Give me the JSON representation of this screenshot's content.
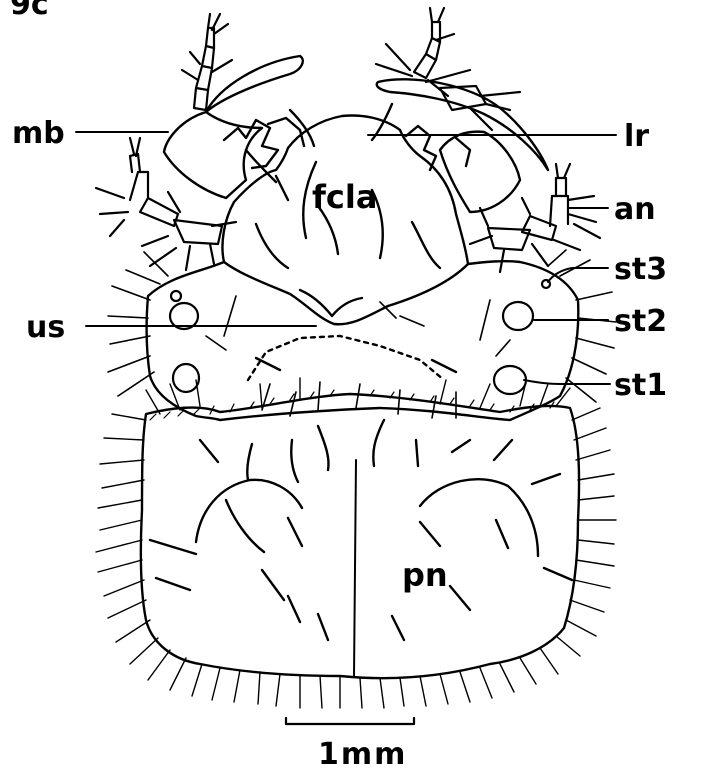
{
  "figure": {
    "panel_label": "9c",
    "labels": {
      "mb": "mb",
      "lr": "lr",
      "fcla": "fcla",
      "an": "an",
      "st3": "st3",
      "us": "us",
      "st2": "st2",
      "st1": "st1",
      "pn": "pn"
    },
    "scale_bar": "1mm"
  },
  "colors": {
    "ink": "#000000",
    "background": "#ffffff"
  }
}
